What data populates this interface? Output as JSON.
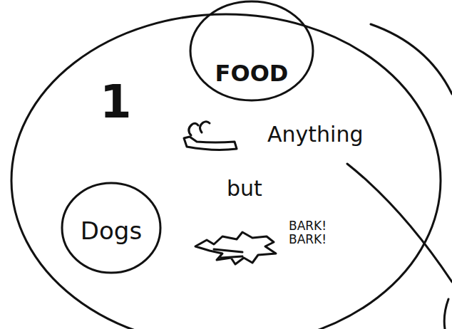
{
  "diagram": {
    "nodes": [
      {
        "text": [
          "1",
          "Anything",
          "but",
          "BARK! BARK!"
        ]
      },
      {
        "text": [
          "FOOD"
        ],
        "in": 0
      },
      {
        "text": [
          "Dogs"
        ],
        "in": 0
      }
    ]
  }
}
